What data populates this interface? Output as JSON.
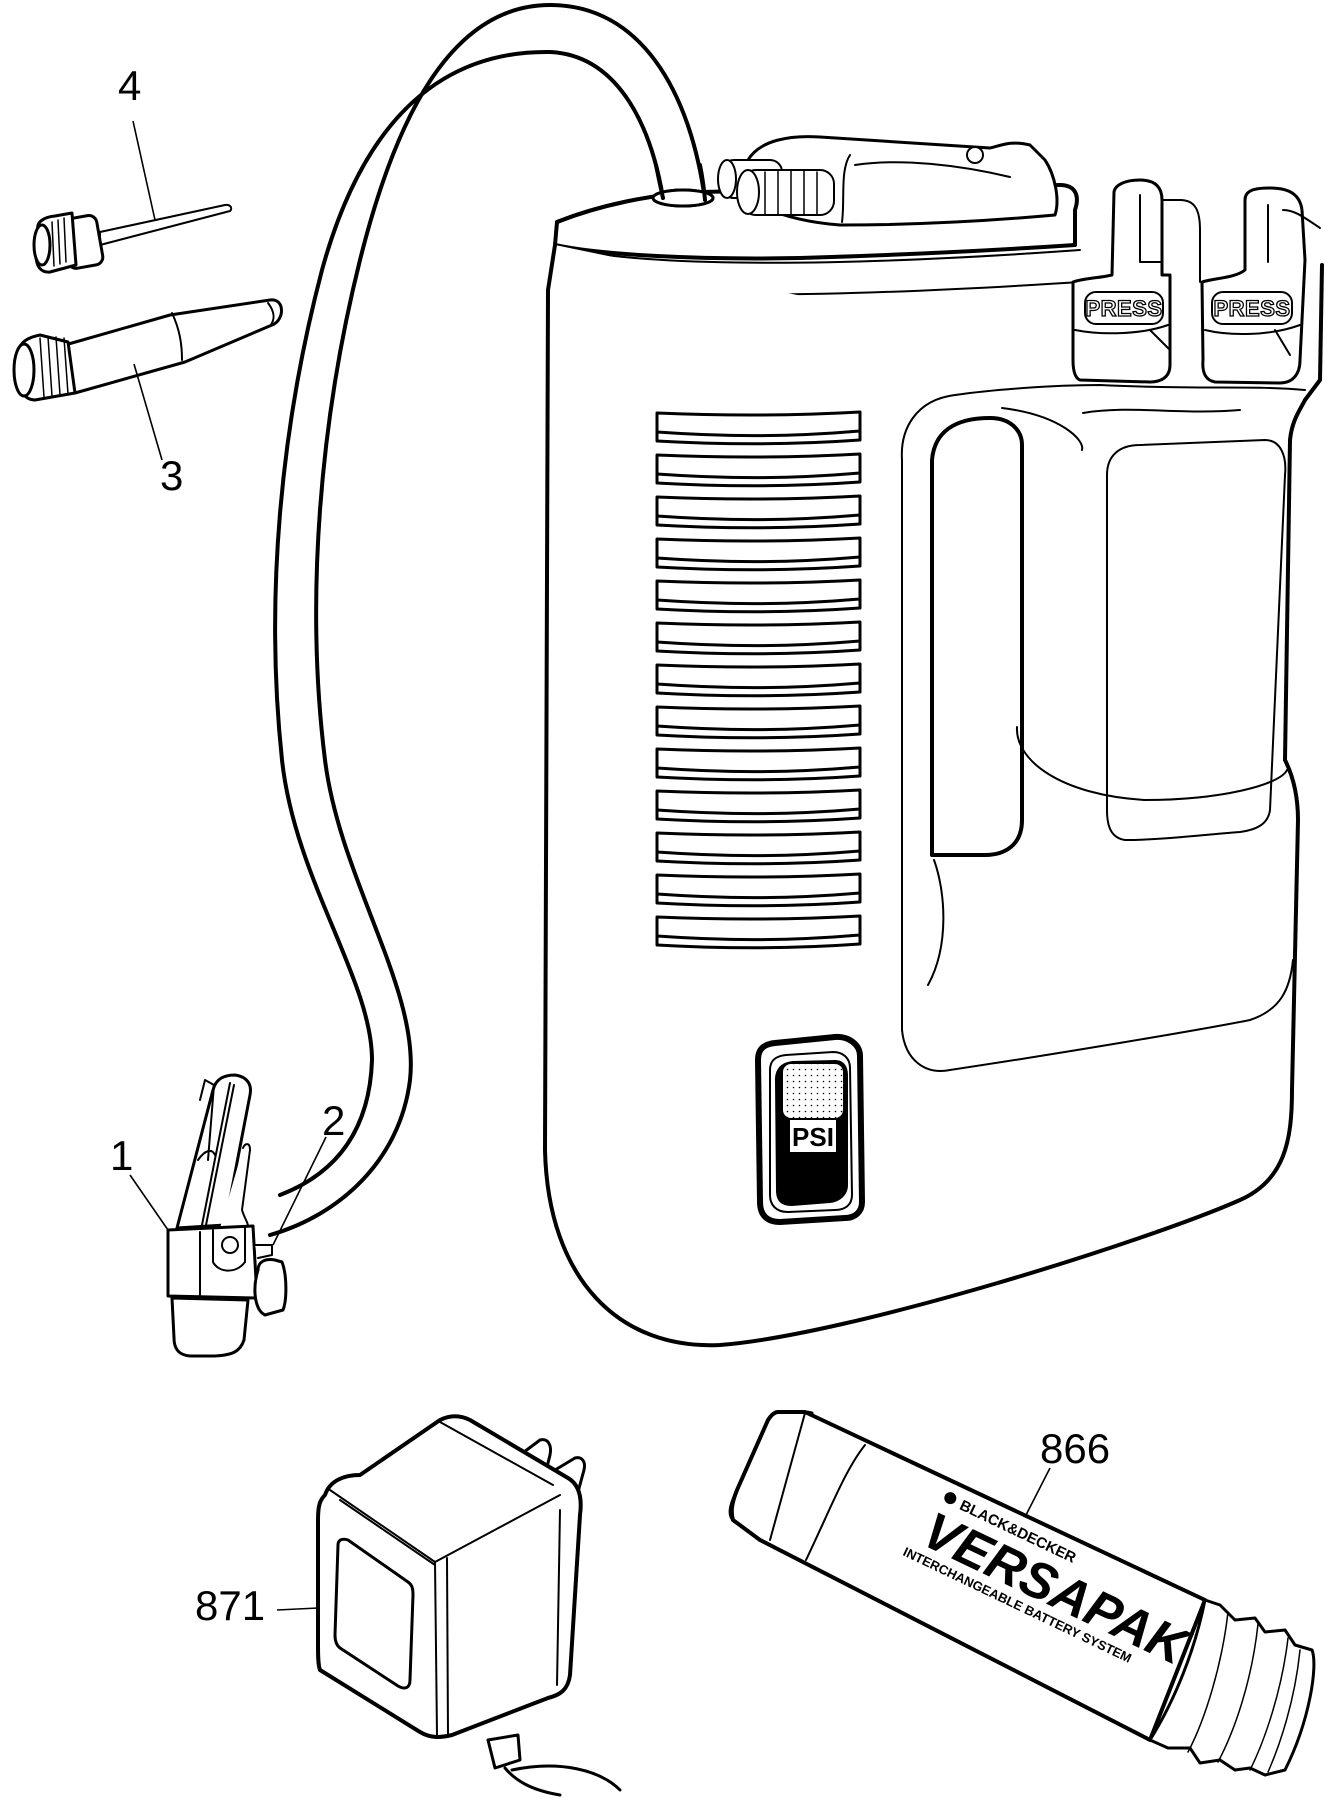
{
  "diagram": {
    "type": "exploded-parts-diagram",
    "subject": "Cordless tire inflator",
    "callouts": [
      {
        "id": "1",
        "label": "1",
        "part": "Inflator chuck / nozzle clip"
      },
      {
        "id": "2",
        "label": "2",
        "part": "Hose connector"
      },
      {
        "id": "3",
        "label": "3",
        "part": "Tapered inflation nozzle adapter"
      },
      {
        "id": "4",
        "label": "4",
        "part": "Inflation needle"
      },
      {
        "id": "866",
        "label": "866",
        "part": "Battery pack"
      },
      {
        "id": "871",
        "label": "871",
        "part": "AC charger / adapter"
      }
    ],
    "unit_markings": {
      "release_button_left": "PRESS",
      "release_button_right": "PRESS",
      "gauge_label": "PSI"
    },
    "battery_markings": {
      "brand": "BLACK&DECKER",
      "product": "VERSAPAK",
      "tagline": "INTERCHANGEABLE BATTERY SYSTEM"
    },
    "colors": {
      "ink": "#000000",
      "paper": "#ffffff"
    }
  }
}
